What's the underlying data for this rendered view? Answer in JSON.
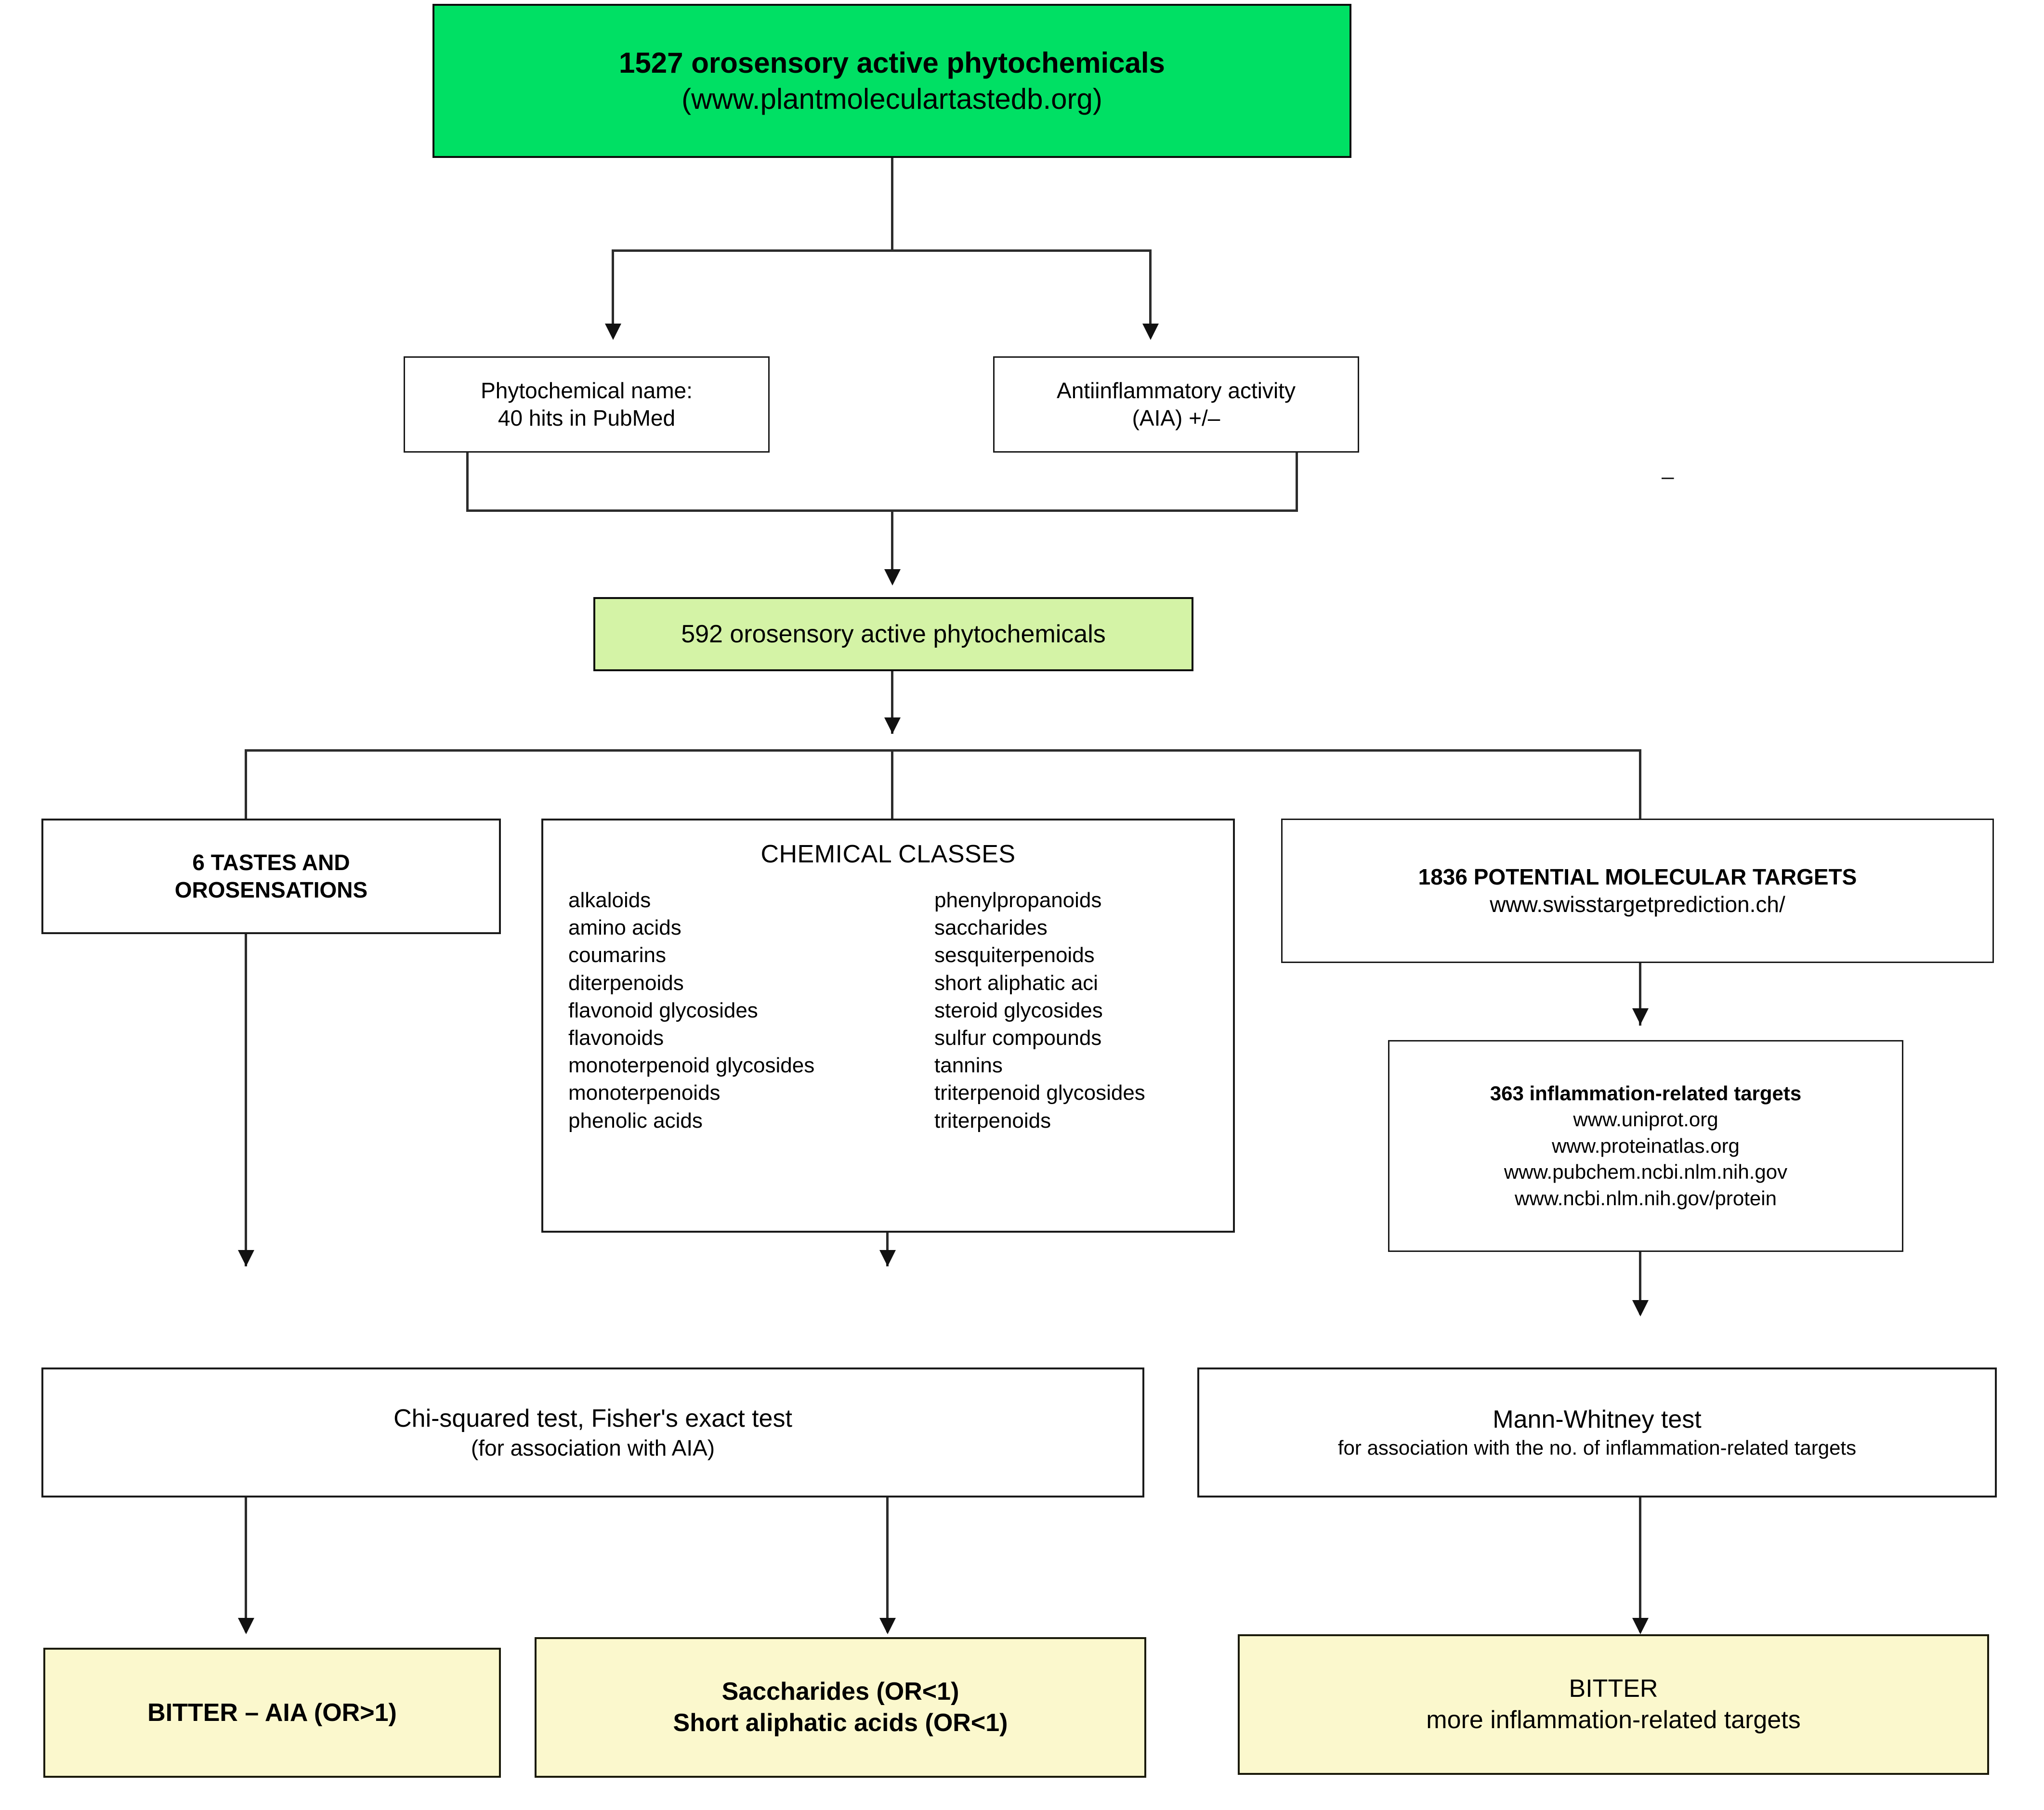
{
  "nodes": {
    "source": {
      "line1": "1527 orosensory active phytochemicals",
      "line2": "(www.plantmoleculartastedb.org)",
      "color": "#00e064"
    },
    "filter_name": {
      "line1": "Phytochemical name:",
      "line2": "40 hits in PubMed"
    },
    "filter_aia": {
      "line1": "Antiinflammatory activity",
      "line2": "(AIA) +/–"
    },
    "filtered": {
      "line1": "592 orosensory active phytochemicals",
      "color": "#d4f3a6"
    },
    "tastes": {
      "line1": "6 TASTES AND",
      "line2": "OROSENSATIONS"
    },
    "chemical_classes": {
      "title": "CHEMICAL CLASSES",
      "column_left": [
        "alkaloids",
        "amino acids",
        "coumarins",
        "diterpenoids",
        "flavonoid glycosides",
        "flavonoids",
        "monoterpenoid glycosides",
        "monoterpenoids",
        "phenolic acids"
      ],
      "column_right": [
        "phenylpropanoids",
        "saccharides",
        "sesquiterpenoids",
        "short aliphatic aci",
        "steroid glycosides",
        "sulfur compounds",
        "tannins",
        "triterpenoid glycosides",
        "triterpenoids"
      ]
    },
    "targets": {
      "line1": "1836 POTENTIAL MOLECULAR TARGETS",
      "line2": "www.swisstargetprediction.ch/"
    },
    "infl_targets": {
      "line1": "363 inflammation-related targets",
      "line2": "www.uniprot.org",
      "line3": "www.proteinatlas.org",
      "line4": "www.pubchem.ncbi.nlm.nih.gov",
      "line5": "www.ncbi.nlm.nih.gov/protein"
    },
    "test_chisq": {
      "line1": "Chi-squared test, Fisher's exact test",
      "line2": "(for association with AIA)"
    },
    "test_mw": {
      "line1": "Mann-Whitney test",
      "line2": "for association with the no. of inflammation-related targets"
    },
    "result_bitter_aia": {
      "line1": "BITTER – AIA (OR>1)",
      "color": "#fbf8cd"
    },
    "result_saccharides": {
      "line1": "Saccharides (OR<1)",
      "line2": "Short aliphatic acids (OR<1)",
      "color": "#fbf8cd"
    },
    "result_bitter_targets": {
      "line1": "BITTER",
      "line2": "more inflammation-related targets",
      "color": "#fbf8cd"
    },
    "stray_mark": "–"
  }
}
